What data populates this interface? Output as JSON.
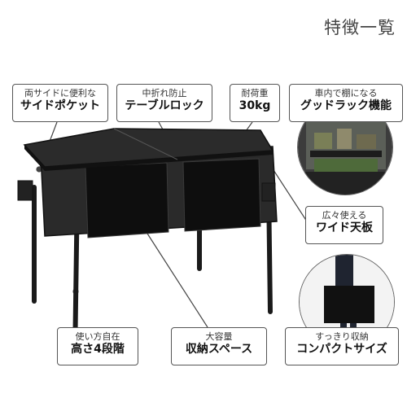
{
  "title": "特徴一覧",
  "features": [
    {
      "sub": "両サイドに便利な",
      "main": "サイドポケット"
    },
    {
      "sub": "中折れ防止",
      "main": "テーブルロック"
    },
    {
      "sub": "耐荷重",
      "main": "30kg"
    },
    {
      "sub": "車内で棚になる",
      "main": "グッドラック機能"
    },
    {
      "sub": "広々使える",
      "main": "ワイド天板"
    },
    {
      "sub": "使い方自在",
      "main": "高さ4段階"
    },
    {
      "sub": "大容量",
      "main": "収納スペース"
    },
    {
      "sub": "すっきり収納",
      "main": "コンパクトサイズ"
    }
  ],
  "colors": {
    "table": "#1c1c1c",
    "accent": "#333333",
    "border": "#555555"
  },
  "icons": [
    "table-illustration",
    "car-trunk-photo",
    "carrying-table-photo"
  ]
}
